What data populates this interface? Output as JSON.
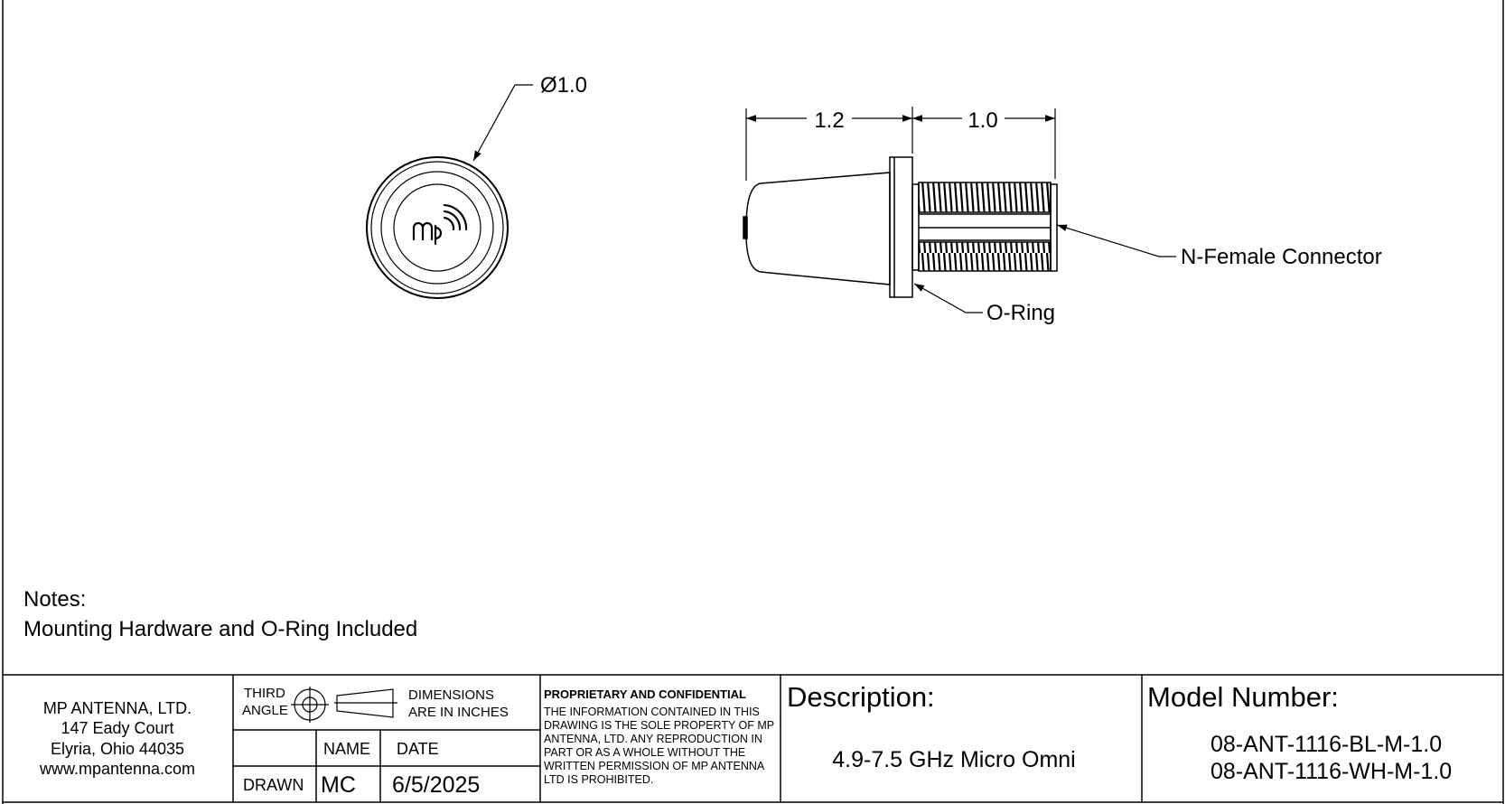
{
  "dimensions": {
    "diameter": "Ø1.0",
    "length_body": "1.2",
    "length_connector": "1.0"
  },
  "callouts": {
    "connector": "N-Female Connector",
    "oring": "O-Ring"
  },
  "notes": {
    "title": "Notes:",
    "line1": "Mounting Hardware and O-Ring Included"
  },
  "title_block": {
    "company": {
      "name": "MP ANTENNA, LTD.",
      "street": "147 Eady Court",
      "city": "Elyria, Ohio 44035",
      "web": "www.mpantenna.com"
    },
    "projection": {
      "line1": "THIRD",
      "line2": "ANGLE",
      "units1": "DIMENSIONS",
      "units2": "ARE IN INCHES"
    },
    "table": {
      "name_header": "NAME",
      "date_header": "DATE",
      "drawn_label": "DRAWN",
      "drawn_name": "MC",
      "drawn_date": "6/5/2025"
    },
    "proprietary": {
      "title": "PROPRIETARY AND CONFIDENTIAL",
      "text": "THE INFORMATION CONTAINED IN THIS DRAWING IS THE SOLE PROPERTY OF MP ANTENNA, LTD. ANY REPRODUCTION IN PART OR AS A WHOLE WITHOUT THE WRITTEN PERMISSION OF MP ANTENNA LTD IS PROHIBITED."
    },
    "description": {
      "label": "Description:",
      "value": "4.9-7.5 GHz Micro Omni"
    },
    "model": {
      "label": "Model Number:",
      "value1": "08-ANT-1116-BL-M-1.0",
      "value2": "08-ANT-1116-WH-M-1.0"
    }
  },
  "colors": {
    "line": "#000000",
    "background": "#ffffff"
  }
}
